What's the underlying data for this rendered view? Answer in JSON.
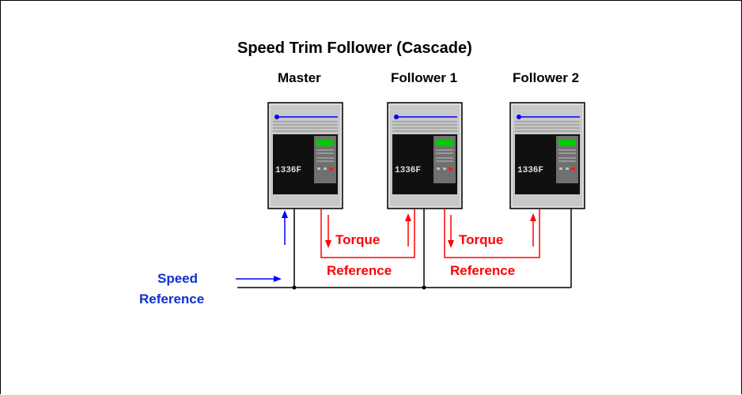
{
  "title": "Speed Trim Follower (Cascade)",
  "drives": [
    {
      "label": "Master",
      "display": "1336F"
    },
    {
      "label": "Follower 1",
      "display": "1336F"
    },
    {
      "label": "Follower 2",
      "display": "1336F"
    }
  ],
  "signals": {
    "torque": "Torque",
    "reference": "Reference",
    "speed": "Speed",
    "speed_reference": "Reference"
  },
  "colors": {
    "speed_signal": "#0000ff",
    "torque_signal": "#ff0000",
    "line": "#000000",
    "drive_body": "#c8c8c8",
    "keypad_display": "#00cc00"
  }
}
